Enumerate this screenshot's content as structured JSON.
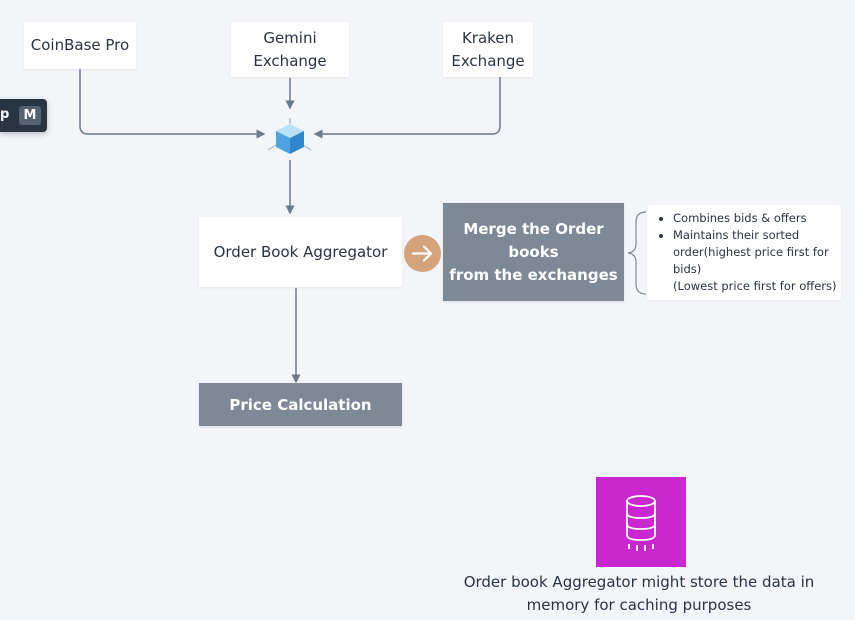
{
  "sources": {
    "coinbase": "CoinBase Pro",
    "gemini": "Gemini\nExchange",
    "kraken": "Kraken\nExchange"
  },
  "hub_icon": "cube-icon",
  "aggregator": {
    "label": "Order Book Aggregator"
  },
  "merge": {
    "label": "Merge the Order books\nfrom the exchanges"
  },
  "notes": {
    "bullets": [
      "Combines bids & offers",
      "Maintains their sorted order(highest price first for bids)"
    ],
    "extra": "(Lowest price first for offers)"
  },
  "price": {
    "label": "Price Calculation"
  },
  "cache": {
    "icon": "database-icon",
    "caption": "Order book  Aggregator might store the data in memory for caching purposes"
  },
  "tab_stub": {
    "label_fragment": "p",
    "key": "M"
  },
  "colors": {
    "background": "#f3f5f9",
    "connector": "#6d7a89",
    "gray_box": "#7e8995",
    "arrow_circle": "#d4a27b",
    "cache_tile": "#c927cf",
    "cube": "#4fa3e0"
  }
}
